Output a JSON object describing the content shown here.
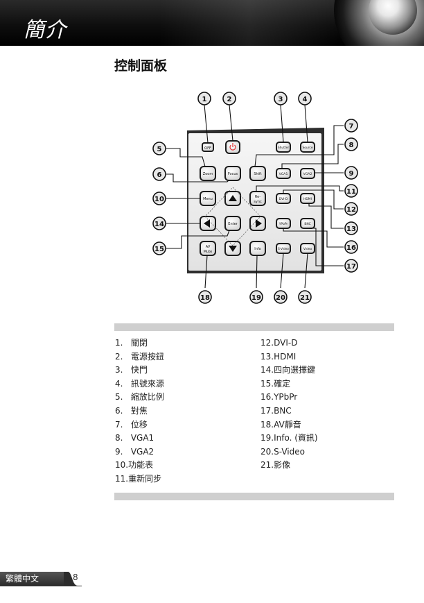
{
  "header": {
    "title": "簡介"
  },
  "section_title": "控制面板",
  "callouts": [
    "1",
    "2",
    "3",
    "4",
    "5",
    "6",
    "7",
    "8",
    "9",
    "10",
    "11",
    "12",
    "13",
    "14",
    "15",
    "16",
    "17",
    "18",
    "19",
    "20",
    "21"
  ],
  "buttons": {
    "off": "OFF",
    "shutter": "Shutter",
    "source": "Source",
    "zoom": "Zoom",
    "focus": "Focus",
    "shift": "Shift",
    "vga1": "VGA1",
    "vga2": "VGA2",
    "menu": "Menu",
    "resync_1": "Re-",
    "resync_2": "sync",
    "dvid": "DVI-D",
    "hdmi": "HDMI",
    "enter": "Enter",
    "ypbpr": "YPbPr",
    "bnc": "BNC",
    "av_1": "AV",
    "av_2": "Mute",
    "info": "Info",
    "svideo": "S-Video",
    "video": "Video"
  },
  "legend_left": [
    {
      "num": "1.",
      "label": "關閉"
    },
    {
      "num": "2.",
      "label": "電源按鈕"
    },
    {
      "num": "3.",
      "label": "快門"
    },
    {
      "num": "4.",
      "label": "訊號來源"
    },
    {
      "num": "5.",
      "label": "縮放比例"
    },
    {
      "num": "6.",
      "label": "對焦"
    },
    {
      "num": "7.",
      "label": "位移"
    },
    {
      "num": "8.",
      "label": "VGA1"
    },
    {
      "num": "9.",
      "label": "VGA2"
    },
    {
      "num": "10.",
      "label": "功能表"
    },
    {
      "num": "11.",
      "label": "重新同步"
    }
  ],
  "legend_right": [
    {
      "num": "12.",
      "label": "DVI-D"
    },
    {
      "num": "13.",
      "label": "HDMI"
    },
    {
      "num": "14.",
      "label": "四向選擇鍵"
    },
    {
      "num": "15.",
      "label": "確定"
    },
    {
      "num": "16.",
      "label": "YPbPr"
    },
    {
      "num": "17.",
      "label": "BNC"
    },
    {
      "num": "18.",
      "label": "AV靜音"
    },
    {
      "num": "19.",
      "label": "Info. (資訊)"
    },
    {
      "num": "20.",
      "label": "S-Video"
    },
    {
      "num": "21.",
      "label": "影像"
    }
  ],
  "footer": {
    "language": "繁體中文",
    "page": "8"
  }
}
